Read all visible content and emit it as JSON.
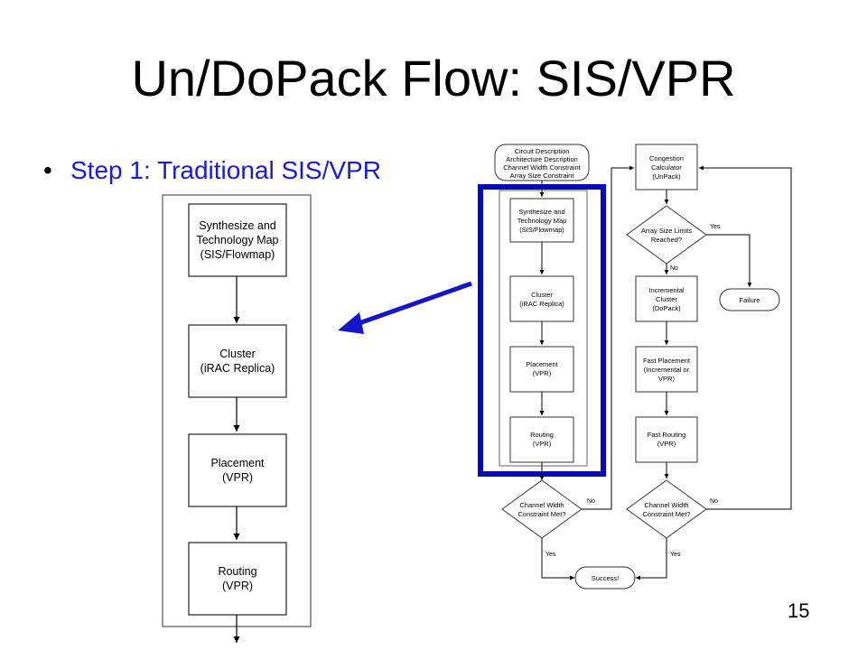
{
  "slide": {
    "title": "Un/DoPack Flow: SIS/VPR",
    "bullet": "Step 1: Traditional SIS/VPR",
    "page_number": "15"
  },
  "zoom_flow": {
    "nodes": [
      {
        "id": "synth",
        "lines": [
          "Synthesize and",
          "Technology Map",
          "(SIS/Flowmap)"
        ]
      },
      {
        "id": "cluster",
        "lines": [
          "Cluster",
          "(iRAC Replica)"
        ]
      },
      {
        "id": "place",
        "lines": [
          "Placement",
          "(VPR)"
        ]
      },
      {
        "id": "route",
        "lines": [
          "Routing",
          "(VPR)"
        ]
      }
    ]
  },
  "full_flow": {
    "inputs": [
      "Circuit Description",
      "Architecture Description",
      "Channel Width Constraint",
      "Array Size Constraint"
    ],
    "left_nodes": [
      {
        "id": "synth",
        "lines": [
          "Synthesize and",
          "Technology Map",
          "(SIS/Flowmap)"
        ]
      },
      {
        "id": "cluster",
        "lines": [
          "Cluster",
          "(iRAC Replica)"
        ]
      },
      {
        "id": "place",
        "lines": [
          "Placement",
          "(VPR)"
        ]
      },
      {
        "id": "route",
        "lines": [
          "Routing",
          "(VPR)"
        ]
      }
    ],
    "right_nodes": [
      {
        "id": "congestion",
        "lines": [
          "Congestion",
          "Calculator",
          "(UnPack)"
        ]
      },
      {
        "id": "inc_cluster",
        "lines": [
          "Incremental",
          "Cluster",
          "(DoPack)"
        ]
      },
      {
        "id": "fast_place",
        "lines": [
          "Fast Placement",
          "(Incremental or",
          "VPR)"
        ]
      },
      {
        "id": "fast_route",
        "lines": [
          "Fast Routing",
          "(VPR)"
        ]
      }
    ],
    "decisions": {
      "array_size": [
        "Array Size Limits",
        "Reached?"
      ],
      "channel_left": [
        "Channel Width",
        "Constraint Met?"
      ],
      "channel_right": [
        "Channel Width",
        "Constraint Met?"
      ]
    },
    "labels": {
      "yes": "Yes",
      "no": "No"
    },
    "failure": "Failure",
    "success": "Success!"
  },
  "colors": {
    "highlight": "#0a0ab4",
    "text_blue": "#1c1cc8",
    "arrow": "#1414c8"
  }
}
